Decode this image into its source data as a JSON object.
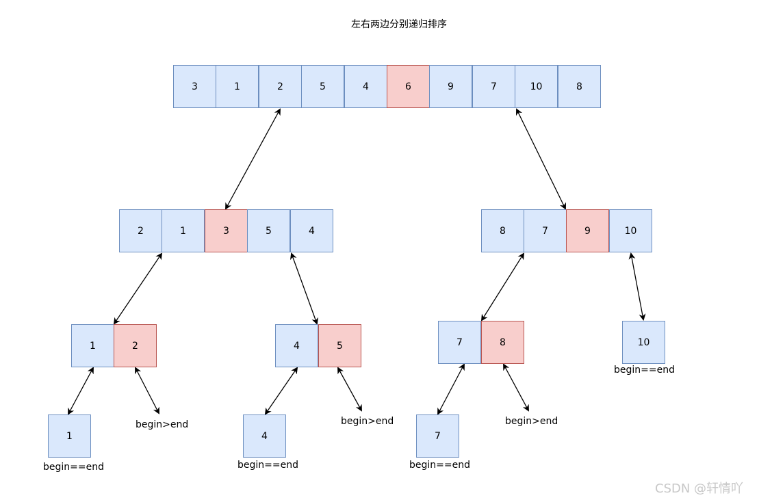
{
  "title": "左右两边分别递归排序",
  "watermark": "CSDN @轩情吖",
  "levels": {
    "root": [
      "3",
      "1",
      "2",
      "5",
      "4",
      "6",
      "9",
      "7",
      "10",
      "8"
    ],
    "left": [
      "2",
      "1",
      "3",
      "5",
      "4"
    ],
    "right": [
      "8",
      "7",
      "9",
      "10"
    ],
    "left_left": [
      "1",
      "2"
    ],
    "left_right": [
      "4",
      "5"
    ],
    "right_left": [
      "7",
      "8"
    ],
    "right_right": [
      "10"
    ],
    "leaf_1": "1",
    "leaf_4": "4",
    "leaf_7": "7"
  },
  "labels": {
    "begin_eq_end": "begin==end",
    "begin_gt_end": "begin>end"
  },
  "colors": {
    "node_fill": "#dae8fc",
    "node_border": "#6c8ebf",
    "pivot_fill": "#f8cecc",
    "pivot_border": "#b85450"
  }
}
